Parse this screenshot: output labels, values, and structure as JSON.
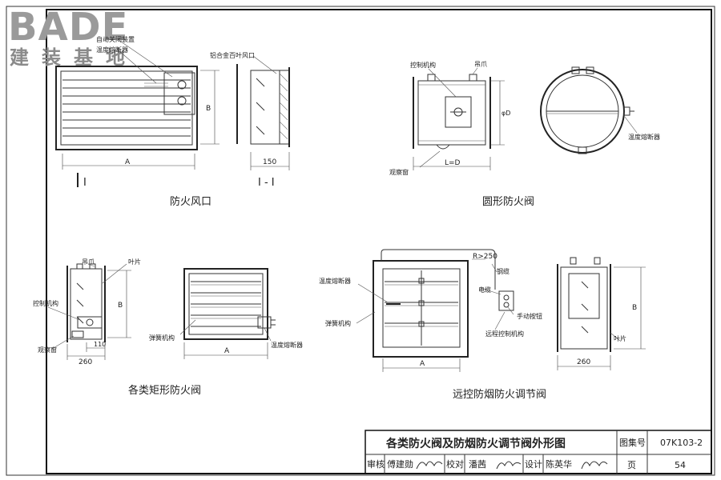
{
  "logo": {
    "brand": "BADE",
    "subtitle": "建装基地"
  },
  "drawings": {
    "fire_vent": {
      "caption": "防火风口",
      "labels": {
        "auto_close": "自动关闭装置",
        "fusible": "温度熔断器",
        "louver": "铝合金百叶风口",
        "dim_a": "A",
        "dim_b": "B",
        "dim_150": "150",
        "section_mark": "I",
        "section_title": "I - I"
      }
    },
    "round_damper": {
      "caption": "圆形防火阀",
      "labels": {
        "control": "控制机构",
        "hanger": "吊爪",
        "window": "观察窗",
        "dim_d": "φD",
        "dim_l": "L=D",
        "fusible": "温度熔断器"
      }
    },
    "rect_damper": {
      "caption": "各类矩形防火阀",
      "labels": {
        "hanger": "吊爪",
        "blade": "叶片",
        "control": "控制机构",
        "window": "观察窗",
        "dim_b": "B",
        "dim_110": "110",
        "dim_260": "260",
        "spring": "弹簧机构",
        "fusible": "温度熔断器",
        "dim_a": "A"
      }
    },
    "remote_damper": {
      "caption": "远控防烟防火调节阀",
      "labels": {
        "radius": "R>250",
        "cable_pipe": "钢缆",
        "fusible": "温度熔断器",
        "cable": "电缆",
        "spring": "弹簧机构",
        "manual_btn": "手动按钮",
        "remote_ctrl": "远程控制机构",
        "dim_a": "A",
        "dim_b": "B",
        "blade": "叶片",
        "dim_260": "260"
      }
    }
  },
  "title_block": {
    "title": "各类防火阀及防烟防火调节阀外形图",
    "atlas_label": "图集号",
    "atlas_no": "07K103-2",
    "page_label": "页",
    "page_no": "54",
    "review_label": "审核",
    "reviewer": "傅建勋",
    "check_label": "校对",
    "checker": "潘茜",
    "design_label": "设计",
    "designer": "陈英华"
  }
}
